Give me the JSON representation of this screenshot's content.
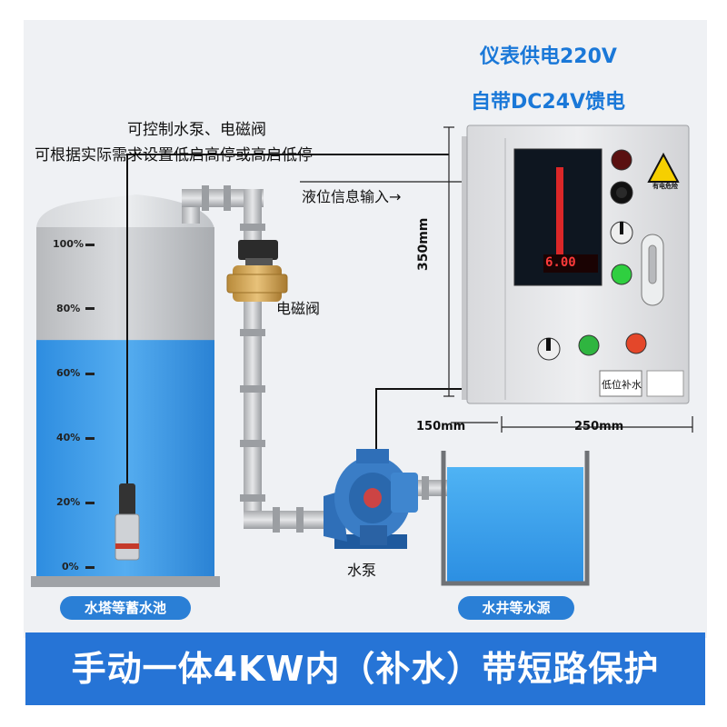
{
  "header": {
    "power_line1": "仪表供电220V",
    "power_line2": "自带DC24V馈电"
  },
  "notes": {
    "control_line1": "可控制水泵、电磁阀",
    "control_line2": "可根据实际需求设置低启高停或高启低停",
    "level_input": "液位信息输入→"
  },
  "labels": {
    "valve": "电磁阀",
    "pump": "水泵",
    "height_dim": "350mm",
    "depth_dim": "150mm",
    "width_dim": "250mm"
  },
  "tank": {
    "caption": "水塔等蓄水池",
    "levels": [
      "100%",
      "80%",
      "60%",
      "40%",
      "20%",
      "0%"
    ],
    "fill_level": 0.68
  },
  "well": {
    "caption": "水井等水源"
  },
  "cabinet": {
    "display_value": "6.00",
    "nameplate": "低位补水",
    "warning_label": "有电危险"
  },
  "banner": {
    "text": "手动一体4KW内（补水）带短路保护"
  },
  "colors": {
    "accent": "#2674d6",
    "water": "#3b9be8",
    "tank_grey": "#c9cbce",
    "cabinet": "#e4e5e7"
  }
}
